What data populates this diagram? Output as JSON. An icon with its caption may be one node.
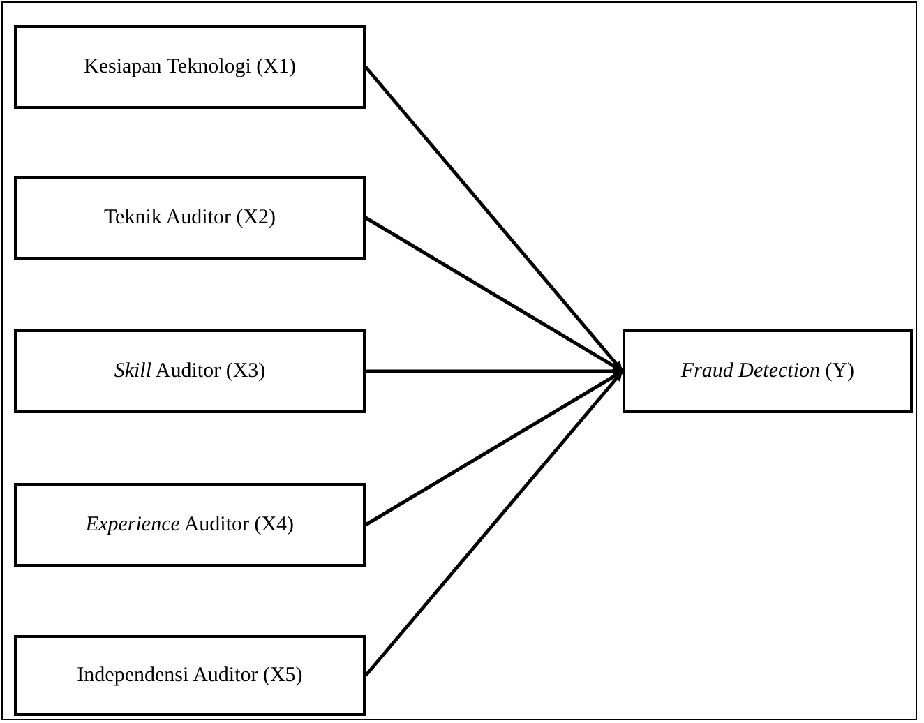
{
  "diagram": {
    "nodes": [
      {
        "text": [
          "Kesiapan Teknologi (X1)"
        ]
      },
      {
        "text": [
          "Teknik Auditor (X2)"
        ]
      },
      {
        "text": [
          "*Skill* Auditor (X3)"
        ]
      },
      {
        "text": [
          "*Experience* Auditor (X4)"
        ]
      },
      {
        "text": [
          "Independensi Auditor (X5)"
        ]
      },
      {
        "text": [
          "*Fraud Detection* (Y)"
        ]
      }
    ],
    "edges": [
      {
        "from": 0,
        "to": 5,
        "arrow": "to"
      },
      {
        "from": 1,
        "to": 5,
        "arrow": "to"
      },
      {
        "from": 2,
        "to": 5,
        "arrow": "to"
      },
      {
        "from": 3,
        "to": 5,
        "arrow": "to"
      },
      {
        "from": 4,
        "to": 5,
        "arrow": "to"
      }
    ]
  }
}
